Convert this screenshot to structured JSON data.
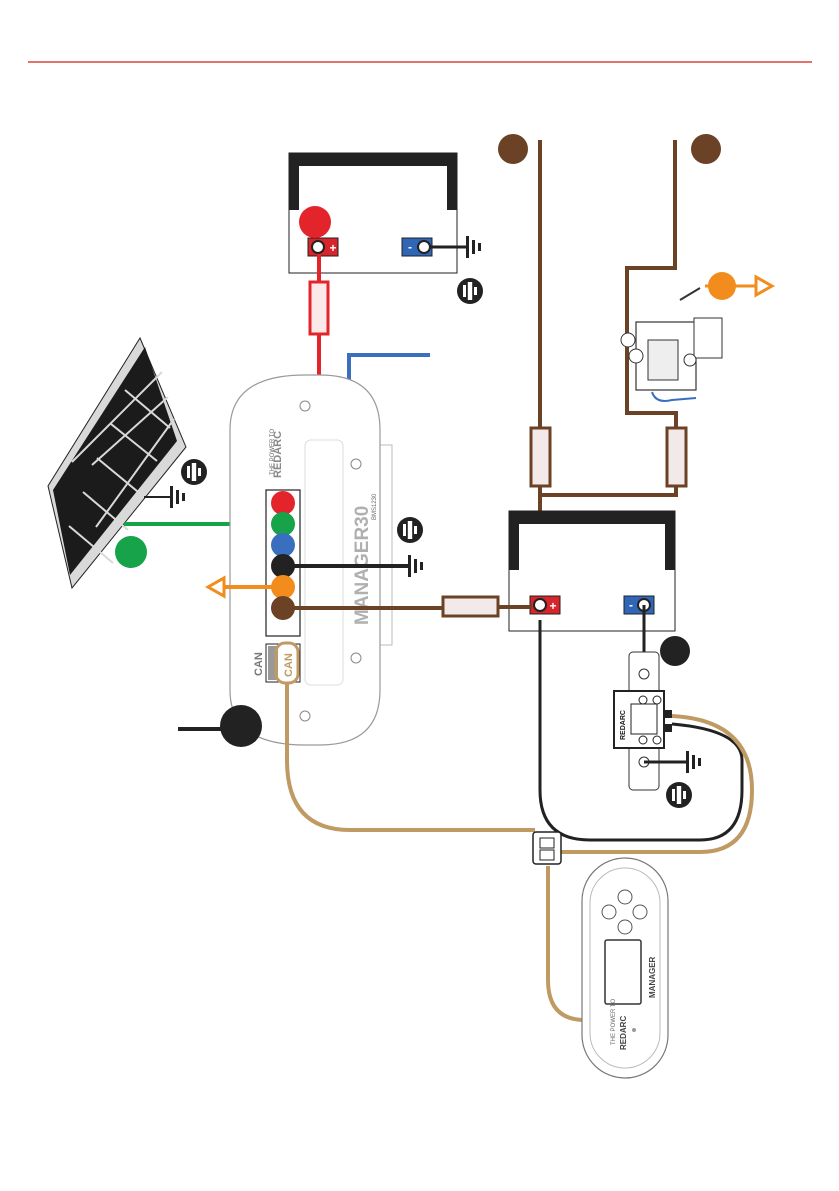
{
  "colors": {
    "header_rule": "#d9473a",
    "red_wire": "#e3242b",
    "blue_wire": "#3a6fbf",
    "green_wire": "#16a34a",
    "orange_wire": "#f28c1c",
    "brown_wire": "#6b4226",
    "tan_cable": "#c09a63",
    "black_wire": "#222222",
    "neg_terminal": "#2f67b6",
    "pos_terminal": "#d8242b"
  },
  "icons": {
    "ground": "ground-symbol-icon",
    "solar_panel": "solar-panel-icon",
    "battery": "battery-icon",
    "fuse": "fuse-icon",
    "relay": "relay-icon",
    "shunt": "battery-monitor-shunt-icon",
    "display": "display-unit-icon",
    "charger": "battery-manager-icon"
  },
  "labels": {
    "pos_sign": "+",
    "neg_sign": "-",
    "can_port_1": "CAN",
    "can_port_2": "CAN",
    "charger_brand": "REDARC",
    "charger_model": "MANAGER30",
    "charger_code": "BMS1230",
    "charger_tagline": "THE POWER TO",
    "shunt_brand": "REDARC",
    "display_brand": "REDARC",
    "display_model": "MANAGER",
    "display_tagline": "THE POWER TO"
  }
}
